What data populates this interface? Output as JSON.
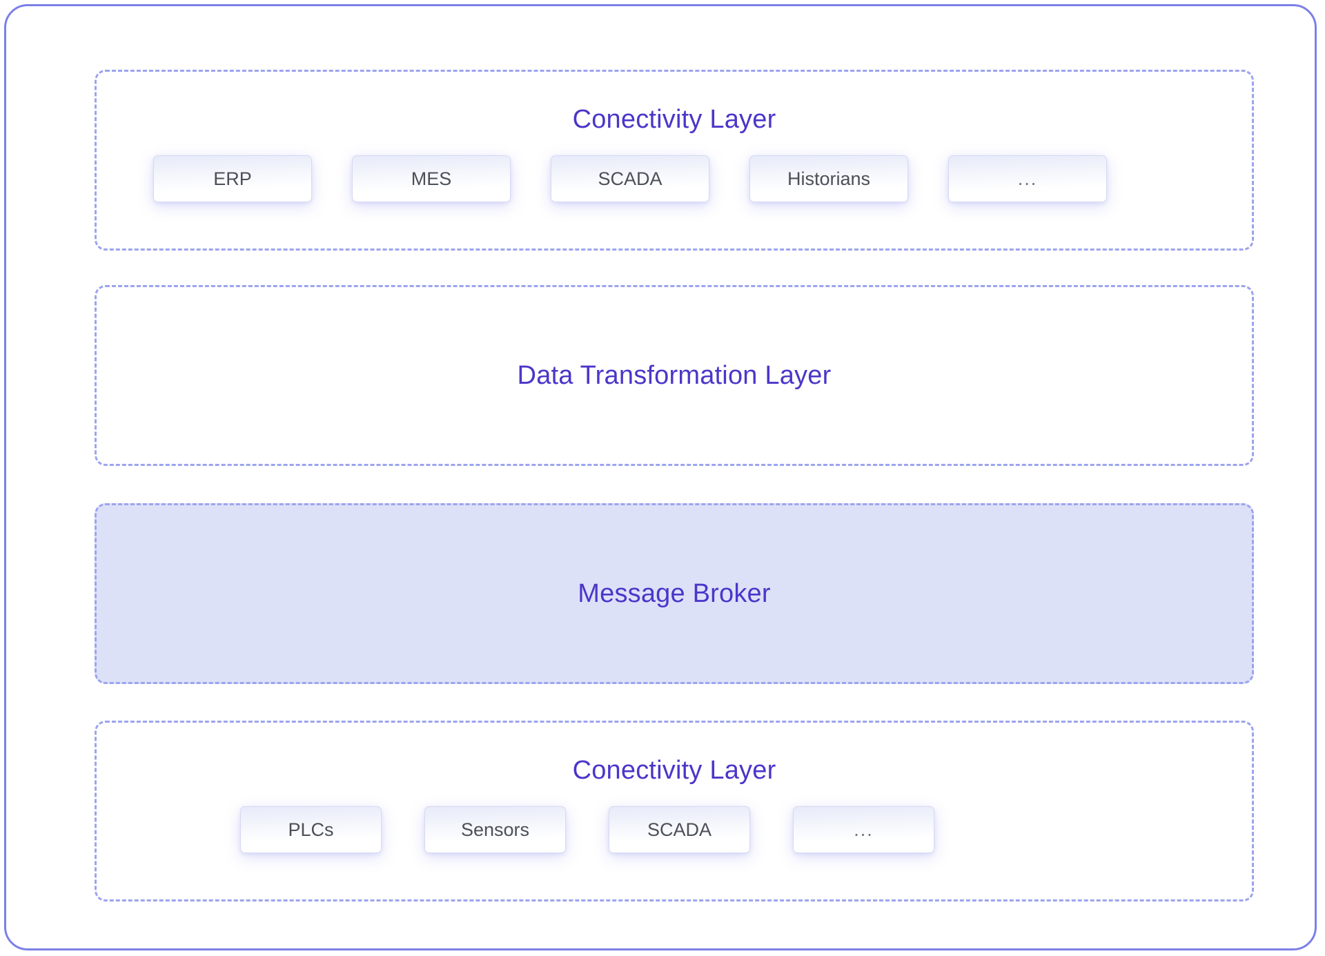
{
  "diagram": {
    "type": "layered-architecture",
    "accent_color": "#4b36c9",
    "frame_border_color": "#7b80e8",
    "dashed_border_color": "#9ba4ee",
    "highlight_fill_color": "#dde1f8",
    "chip_text_color": "#4b4f58",
    "layers": [
      {
        "id": "connectivity-top",
        "title": "Conectivity Layer",
        "filled": false,
        "items": [
          {
            "label": "ERP",
            "name": "chip-erp"
          },
          {
            "label": "MES",
            "name": "chip-mes"
          },
          {
            "label": "SCADA",
            "name": "chip-scada-top"
          },
          {
            "label": "Historians",
            "name": "chip-historians"
          },
          {
            "label": "...",
            "name": "chip-more-top"
          }
        ]
      },
      {
        "id": "data-transformation",
        "title": "Data Transformation Layer",
        "filled": false,
        "items": []
      },
      {
        "id": "message-broker",
        "title": "Message Broker",
        "filled": true,
        "items": []
      },
      {
        "id": "connectivity-bottom",
        "title": "Conectivity Layer",
        "filled": false,
        "items": [
          {
            "label": "PLCs",
            "name": "chip-plcs"
          },
          {
            "label": "Sensors",
            "name": "chip-sensors"
          },
          {
            "label": "SCADA",
            "name": "chip-scada-bottom"
          },
          {
            "label": "...",
            "name": "chip-more-bottom"
          }
        ]
      }
    ]
  }
}
